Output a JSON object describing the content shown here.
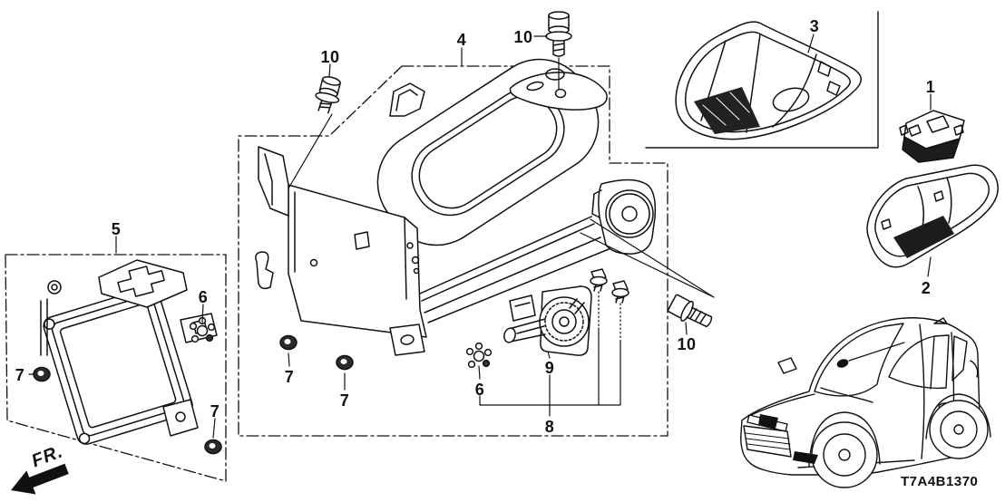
{
  "diagram": {
    "code": "T7A4B1370",
    "direction_label": "FR.",
    "background_color": "#ffffff",
    "line_color": "#111111",
    "callouts": [
      {
        "id": "camera-unit",
        "label": "1"
      },
      {
        "id": "camera-cover-lower",
        "label": "2"
      },
      {
        "id": "camera-cover-upper",
        "label": "3"
      },
      {
        "id": "bracket-assembly",
        "label": "4"
      },
      {
        "id": "radar-sub-assembly",
        "label": "5"
      },
      {
        "id": "clip-on-radar-box",
        "label": "6"
      },
      {
        "id": "clip-center",
        "label": "6"
      },
      {
        "id": "nut-left",
        "label": "7"
      },
      {
        "id": "nut-bottom-right-box5",
        "label": "7"
      },
      {
        "id": "nut-center-a",
        "label": "7"
      },
      {
        "id": "nut-center-b",
        "label": "7"
      },
      {
        "id": "bracket-set",
        "label": "8"
      },
      {
        "id": "adjusting-unit",
        "label": "9"
      },
      {
        "id": "bolt-top-left",
        "label": "10"
      },
      {
        "id": "bolt-top-center",
        "label": "10"
      },
      {
        "id": "bolt-bottom",
        "label": "10"
      }
    ]
  }
}
